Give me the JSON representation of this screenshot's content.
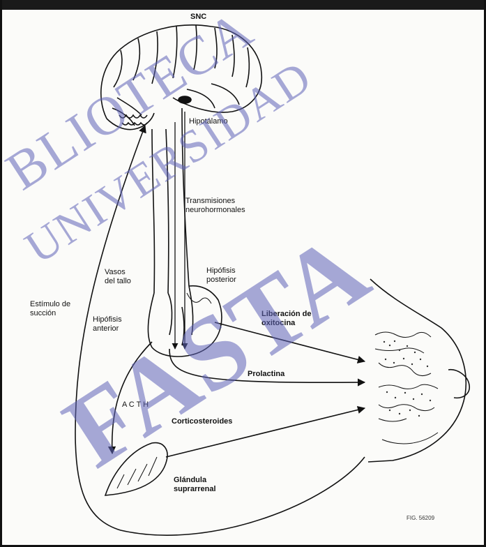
{
  "labels": {
    "snc": "SNC",
    "hipotalamo": "Hipotálamo",
    "transmisiones": [
      "Transmisiones",
      "neurohormonales"
    ],
    "vasos": [
      "Vasos",
      "del tallo"
    ],
    "estimulo": [
      "Estímulo de",
      "succión"
    ],
    "hipofisis_posterior": [
      "Hipófisis",
      "posterior"
    ],
    "hipofisis_anterior": [
      "Hipófisis",
      "anterior"
    ],
    "liberacion": [
      "Liberación de",
      "oxitocina"
    ],
    "prolactina": "Prolactina",
    "acth": "A C T H",
    "corticosteroides": "Corticosteroides",
    "glandula": [
      "Glándula",
      "suprarrenal"
    ],
    "figure_ref": "FIG. 56209"
  },
  "watermark": {
    "line1": "BLIOTECA",
    "line2": "UNIVERSIDAD",
    "line3": "FASTA",
    "color": "#5f63b8"
  }
}
